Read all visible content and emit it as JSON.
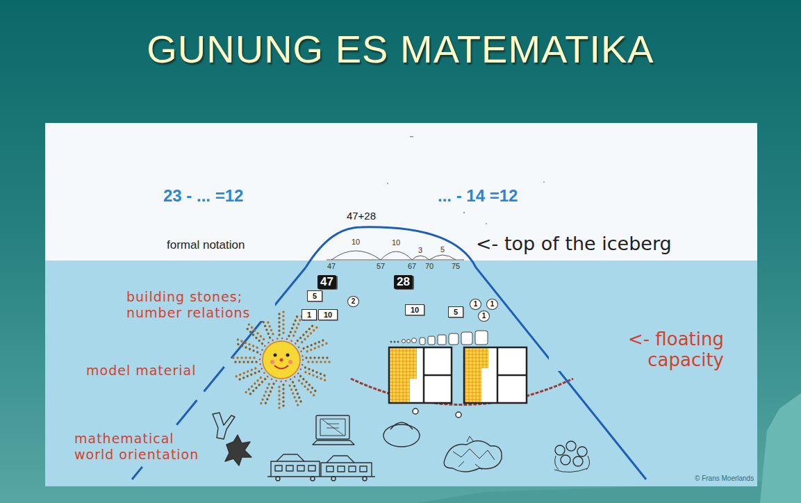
{
  "diagram": {
    "title": "GUNUNG ES MATEMATIKA",
    "nodes": [
      {
        "text": [
          "47"
        ]
      },
      {
        "text": [
          "28"
        ]
      },
      {
        "text": [
          "5"
        ]
      },
      {
        "text": [
          "2"
        ]
      },
      {
        "text": [
          "1"
        ]
      },
      {
        "text": [
          "10"
        ]
      },
      {
        "text": [
          "10"
        ]
      },
      {
        "text": [
          "5"
        ]
      },
      {
        "text": [
          "1"
        ]
      },
      {
        "text": [
          "1"
        ]
      },
      {
        "text": [
          "1"
        ]
      }
    ],
    "labels": [
      "23 - ... =12",
      "... - 14 =12",
      "47+28",
      "formal notation",
      "<- top of the iceberg",
      "10",
      "10",
      "3",
      "5",
      "47",
      "57",
      "67",
      "70",
      "75",
      "building stones; number relations",
      "<- floating capacity",
      "model material",
      "mathematical world orientation",
      "© Frans Moerlands"
    ]
  }
}
